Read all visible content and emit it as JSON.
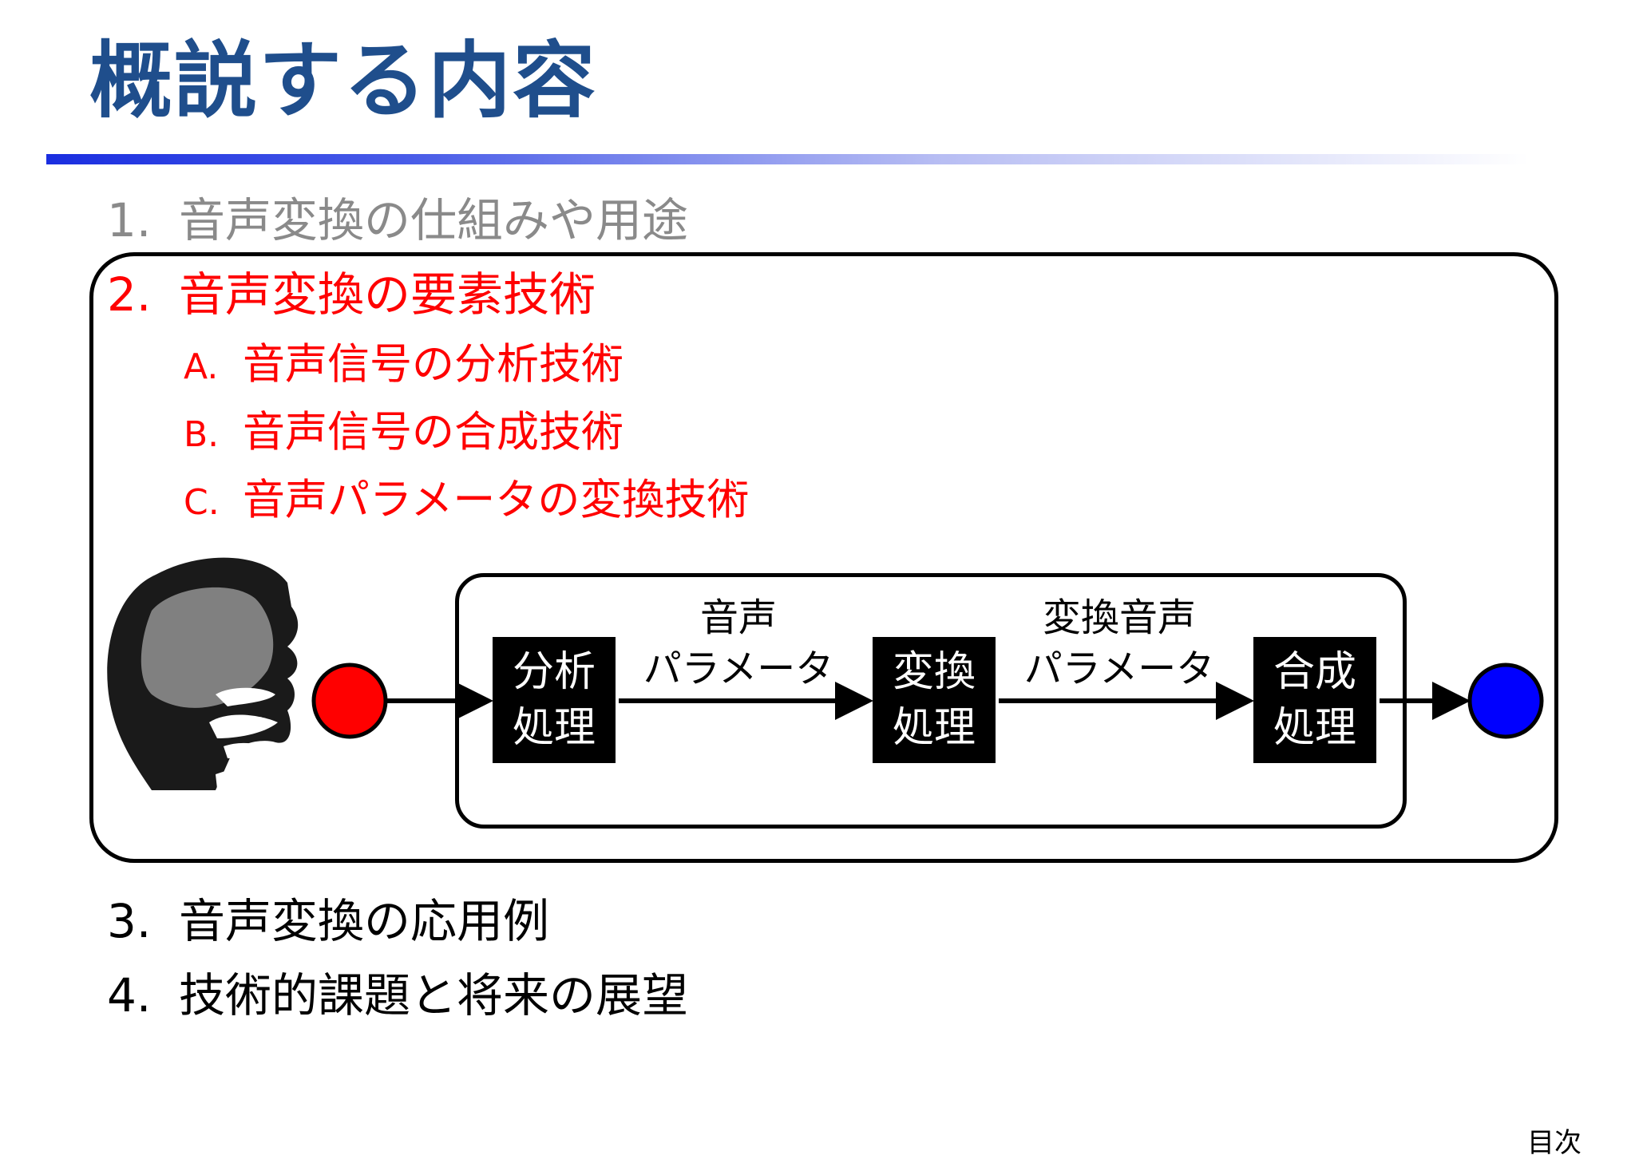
{
  "title": "概説する内容",
  "items": [
    {
      "num": "1.",
      "text": "音声変換の仕組みや用途"
    },
    {
      "num": "2.",
      "text": "音声変換の要素技術"
    },
    {
      "num": "3.",
      "text": "音声変換の応用例"
    },
    {
      "num": "4.",
      "text": "技術的課題と将来の展望"
    }
  ],
  "subitems": [
    {
      "num": "A.",
      "text": "音声信号の分析技術"
    },
    {
      "num": "B.",
      "text": "音声信号の合成技術"
    },
    {
      "num": "C.",
      "text": "音声パラメータの変換技術"
    }
  ],
  "diagram": {
    "boxes": [
      {
        "line1": "分析",
        "line2": "処理"
      },
      {
        "line1": "変換",
        "line2": "処理"
      },
      {
        "line1": "合成",
        "line2": "処理"
      }
    ],
    "labels": [
      {
        "line1": "音声",
        "line2": "パラメータ"
      },
      {
        "line1": "変換音声",
        "line2": "パラメータ"
      }
    ],
    "input_color": "#ff0000",
    "output_color": "#0000ff",
    "head_icon": "human-head-vocal-tract-icon"
  },
  "footer": "目次",
  "colors": {
    "title": "#1f4e8c",
    "highlight": "#ff0000",
    "inactive": "#8a8a8a",
    "bar_start": "#1a2ee0"
  }
}
